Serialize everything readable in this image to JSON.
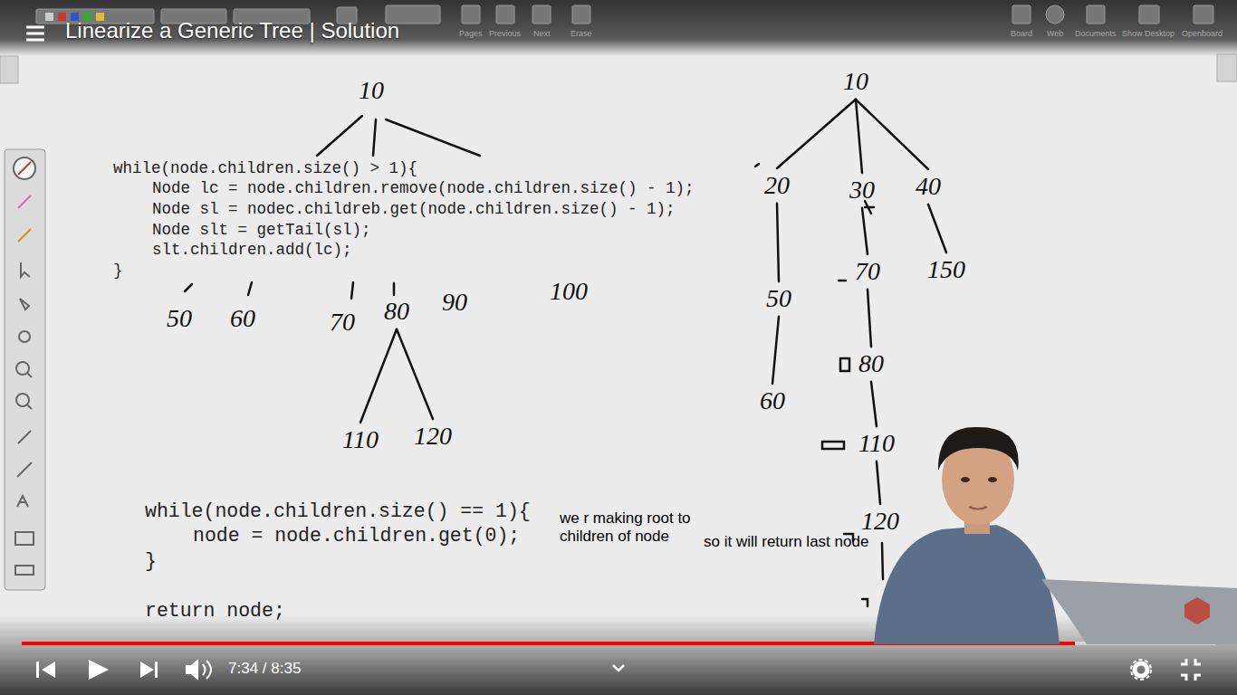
{
  "diagram": {
    "title": "Linearize a Generic Tree | Solution",
    "nodes": [
      {
        "text": [
          "10"
        ]
      },
      {
        "text": [
          "50"
        ]
      },
      {
        "text": [
          "60"
        ]
      },
      {
        "text": [
          "70"
        ]
      },
      {
        "text": [
          "80"
        ]
      },
      {
        "text": [
          "90"
        ]
      },
      {
        "text": [
          "100"
        ]
      },
      {
        "text": [
          "110"
        ]
      },
      {
        "text": [
          "120"
        ]
      },
      {
        "text": [
          "10"
        ]
      },
      {
        "text": [
          "20"
        ]
      },
      {
        "text": [
          "30"
        ]
      },
      {
        "text": [
          "40"
        ]
      },
      {
        "text": [
          "50"
        ]
      },
      {
        "text": [
          "60"
        ]
      },
      {
        "text": [
          "70"
        ]
      },
      {
        "text": [
          "80"
        ]
      },
      {
        "text": [
          "110"
        ]
      },
      {
        "text": [
          "120"
        ]
      },
      {
        "text": [
          "150"
        ]
      }
    ],
    "edges": [
      {
        "from": 4,
        "to": 7,
        "arrow": "none"
      },
      {
        "from": 4,
        "to": 8,
        "arrow": "none"
      },
      {
        "from": 9,
        "to": 10,
        "arrow": "none"
      },
      {
        "from": 9,
        "to": 11,
        "arrow": "none"
      },
      {
        "from": 9,
        "to": 12,
        "arrow": "none"
      },
      {
        "from": 10,
        "to": 13,
        "arrow": "none"
      },
      {
        "from": 13,
        "to": 14,
        "arrow": "none"
      },
      {
        "from": 11,
        "to": 15,
        "arrow": "none"
      },
      {
        "from": 15,
        "to": 16,
        "arrow": "none"
      },
      {
        "from": 16,
        "to": 17,
        "arrow": "none"
      },
      {
        "from": 17,
        "to": 18,
        "arrow": "none"
      },
      {
        "from": 12,
        "to": 19,
        "arrow": "none"
      }
    ],
    "labels": [
      "Pages",
      "Previous",
      "Next",
      "Erase",
      "Board",
      "Web",
      "Documents",
      "Show Desktop",
      "Openboard",
      "while(node.children.size() > 1){",
      "Node lc = node.children.remove(node.children.size() - 1);",
      "Node sl = nodec.childreb.get(node.children.size() - 1);",
      "Node slt = getTail(sl);",
      "slt.children.add(lc);",
      "}",
      "while(node.children.size() == 1){",
      "node = node.children.get(0);",
      "}",
      "return node;",
      "we r making root to children of node",
      "so it will return last node",
      "7:34 / 8:35"
    ]
  }
}
